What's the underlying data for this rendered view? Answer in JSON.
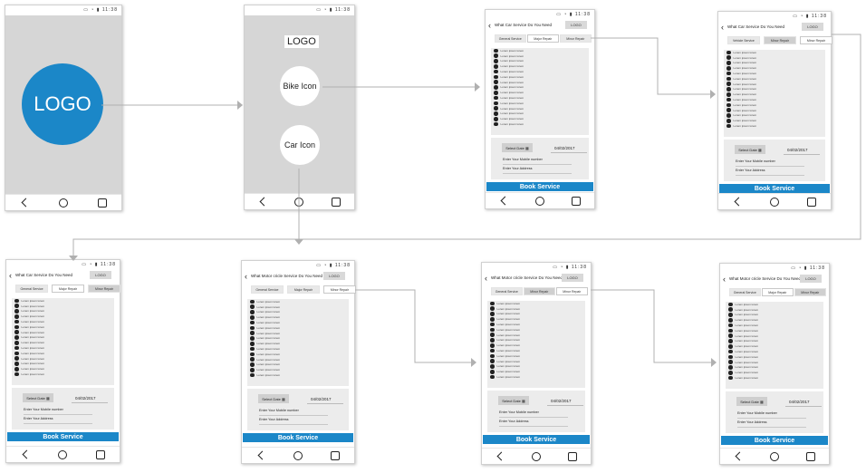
{
  "splash": {
    "logo_text": "LOGO"
  },
  "select_type": {
    "logo_text": "LOGO",
    "bike_label": "Bike Icon",
    "car_label": "Car Icon"
  },
  "list_item_text": "Lorem ipsum lorem",
  "form": {
    "select_date_label": "Select Date",
    "date_value": "04/02/2017",
    "mobile_label": "Enter Your Mobile number",
    "address_label": "Enter Your Address",
    "book_button": "Book Service"
  },
  "header": {
    "logo_label": "LOGO"
  },
  "car_screens": [
    {
      "title": "What Car Service Do You Need",
      "tabs": [
        "General Service",
        "Major Repair",
        "Minor Repair"
      ]
    },
    {
      "title": "What Car Service Do You Need",
      "tabs": [
        "Vehicle Service",
        "Minor Repair",
        "Minor Repair"
      ]
    },
    {
      "title": "What Car Service Do You Need",
      "tabs": [
        "General Service",
        "Major Repair",
        "Minor Repair"
      ]
    }
  ],
  "bike_screens": [
    {
      "title": "What Motor cricle Service Do You Need",
      "tabs": [
        "General Service",
        "Major Repair",
        "Minor Repair"
      ]
    },
    {
      "title": "What Motor cricle Service Do You Need",
      "tabs": [
        "General Service",
        "Minor Repair",
        "Minor Repair"
      ]
    },
    {
      "title": "What Motor cricle Service Do You Need",
      "tabs": [
        "General Service",
        "Major Repair",
        "Minor Repair"
      ]
    }
  ],
  "colors": {
    "accent": "#1b87c8",
    "panel": "#ececec",
    "splash_bg": "#d6d6d6",
    "arrow": "#b0b0b0"
  },
  "icons": [
    "back-icon",
    "home-icon",
    "recent-apps-icon",
    "calendar-icon",
    "checkmark-icon",
    "battery-icon",
    "wifi-icon",
    "signal-icon"
  ]
}
